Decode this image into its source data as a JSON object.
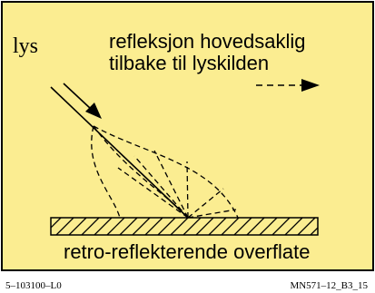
{
  "diagram": {
    "background_color": "#fbed91",
    "label_light": "lys",
    "label_reflection_line1": "refleksjon hovedsaklig",
    "label_reflection_line2": "tilbake til lyskilden",
    "label_surface": "retro-reflekterende overflate"
  },
  "footer": {
    "left_code": "5–103100–L0",
    "right_code": "MN571–12_B3_15"
  }
}
